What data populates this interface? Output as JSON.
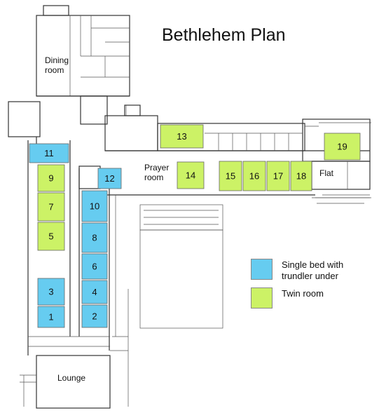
{
  "title": "Bethlehem Plan",
  "colors": {
    "single": "#66ccf0",
    "twin": "#ccf266"
  },
  "areas": {
    "dining": "Dining\nroom",
    "prayer": "Prayer\nroom",
    "flat": "Flat",
    "lounge": "Lounge"
  },
  "rooms": [
    {
      "id": "11",
      "kind": "single"
    },
    {
      "id": "9",
      "kind": "twin"
    },
    {
      "id": "7",
      "kind": "twin"
    },
    {
      "id": "5",
      "kind": "twin"
    },
    {
      "id": "3",
      "kind": "single"
    },
    {
      "id": "1",
      "kind": "single"
    },
    {
      "id": "12",
      "kind": "single"
    },
    {
      "id": "10",
      "kind": "single"
    },
    {
      "id": "8",
      "kind": "single"
    },
    {
      "id": "6",
      "kind": "single"
    },
    {
      "id": "4",
      "kind": "single"
    },
    {
      "id": "2",
      "kind": "single"
    },
    {
      "id": "13",
      "kind": "twin"
    },
    {
      "id": "14",
      "kind": "twin"
    },
    {
      "id": "15",
      "kind": "twin"
    },
    {
      "id": "16",
      "kind": "twin"
    },
    {
      "id": "17",
      "kind": "twin"
    },
    {
      "id": "18",
      "kind": "twin"
    },
    {
      "id": "19",
      "kind": "twin"
    }
  ],
  "legend": [
    {
      "kind": "single",
      "label": "Single bed with\ntrundler under"
    },
    {
      "kind": "twin",
      "label": "Twin room"
    }
  ]
}
